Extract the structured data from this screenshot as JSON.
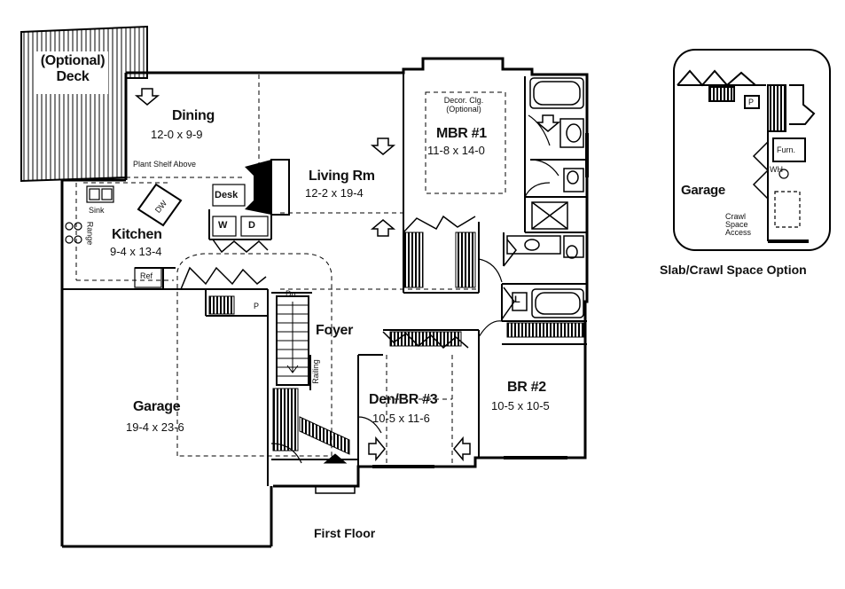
{
  "deck": {
    "line1": "(Optional)",
    "line2": "Deck"
  },
  "rooms": {
    "dining": {
      "name": "Dining",
      "dims": "12-0 x 9-9"
    },
    "living": {
      "name": "Living Rm",
      "dims": "12-2 x 19-4"
    },
    "mbr": {
      "name": "MBR #1",
      "dims": "11-8 x 14-0",
      "ceiling": "Decor. Clg.",
      "ceiling_note": "(Optional)"
    },
    "kitchen": {
      "name": "Kitchen",
      "dims": "9-4 x 13-4"
    },
    "garage": {
      "name": "Garage",
      "dims": "19-4 x 23-6"
    },
    "foyer": {
      "name": "Foyer"
    },
    "den": {
      "name": "Den/BR #3",
      "dims": "10-5 x 11-6"
    },
    "br2": {
      "name": "BR #2",
      "dims": "10-5 x 10-5"
    }
  },
  "fixtures": {
    "plant_shelf": "Plant Shelf Above",
    "desk": "Desk",
    "sink": "Sink",
    "range": "Range",
    "ref": "Ref",
    "dw": "DW",
    "washer": "W",
    "dryer": "D",
    "pantry": "P",
    "dn": "Dn",
    "railing": "Railing",
    "linen": "L"
  },
  "caption": "First Floor",
  "option": {
    "garage": "Garage",
    "furn": "Furn.",
    "wh": "WH",
    "pantry": "P",
    "crawl1": "Crawl",
    "crawl2": "Space",
    "crawl3": "Access",
    "title": "Slab/Crawl Space Option"
  }
}
